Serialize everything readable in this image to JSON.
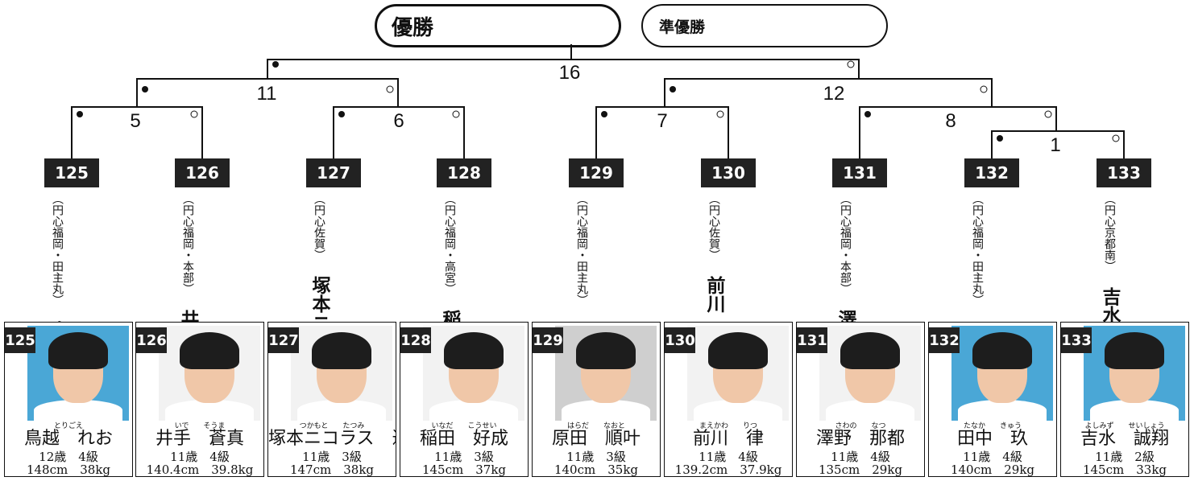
{
  "header": {
    "champion": "優勝",
    "runner_up": "準優勝"
  },
  "bracket": {
    "matches": [
      "16",
      "11",
      "12",
      "5",
      "6",
      "7",
      "8",
      "1"
    ]
  },
  "competitors": [
    {
      "number": "125",
      "club": "（円心福岡・田主丸）",
      "surname": "鳥越",
      "surname_ruby": "とりごえ",
      "given": "れお",
      "given_ruby": "",
      "age": "12歳",
      "rank": "4級",
      "height": "148cm",
      "weight": "38kg",
      "bg": "blue"
    },
    {
      "number": "126",
      "club": "（円心福岡・本部）",
      "surname": "井手",
      "surname_ruby": "いで",
      "given": "蒼真",
      "given_ruby": "そうま",
      "age": "11歳",
      "rank": "4級",
      "height": "140.4cm",
      "weight": "39.8kg",
      "bg": "white"
    },
    {
      "number": "127",
      "club": "（円心佐賀）",
      "surname": "塚本ニコラス",
      "surname_ruby": "つかもと",
      "given": "達美",
      "given_ruby": "たつみ",
      "age": "11歳",
      "rank": "3級",
      "height": "147cm",
      "weight": "38kg",
      "bg": "white"
    },
    {
      "number": "128",
      "club": "（円心福岡・高宮）",
      "surname": "稲田",
      "surname_ruby": "いなだ",
      "given": "好成",
      "given_ruby": "こうせい",
      "age": "11歳",
      "rank": "3級",
      "height": "145cm",
      "weight": "37kg",
      "bg": "white"
    },
    {
      "number": "129",
      "club": "（円心福岡・田主丸）",
      "surname": "原田",
      "surname_ruby": "はらだ",
      "given": "順叶",
      "given_ruby": "なおと",
      "age": "11歳",
      "rank": "3級",
      "height": "140cm",
      "weight": "35kg",
      "bg": "grey"
    },
    {
      "number": "130",
      "club": "（円心佐賀）",
      "surname": "前川",
      "surname_ruby": "まえかわ",
      "given": "律",
      "given_ruby": "りつ",
      "age": "11歳",
      "rank": "4級",
      "height": "139.2cm",
      "weight": "37.9kg",
      "bg": "white"
    },
    {
      "number": "131",
      "club": "（円心福岡・本部）",
      "surname": "澤野",
      "surname_ruby": "さわの",
      "given": "那都",
      "given_ruby": "なつ",
      "age": "11歳",
      "rank": "4級",
      "height": "135cm",
      "weight": "29kg",
      "bg": "white"
    },
    {
      "number": "132",
      "club": "（円心福岡・田主丸）",
      "surname": "田中",
      "surname_ruby": "たなか",
      "given": "玖",
      "given_ruby": "きゅう",
      "age": "11歳",
      "rank": "4級",
      "height": "140cm",
      "weight": "29kg",
      "bg": "blue"
    },
    {
      "number": "133",
      "club": "（円心京都南）",
      "surname": "吉水",
      "surname_ruby": "よしみず",
      "given": "誠翔",
      "given_ruby": "せいしょう",
      "age": "11歳",
      "rank": "2級",
      "height": "145cm",
      "weight": "33kg",
      "bg": "blue"
    }
  ]
}
